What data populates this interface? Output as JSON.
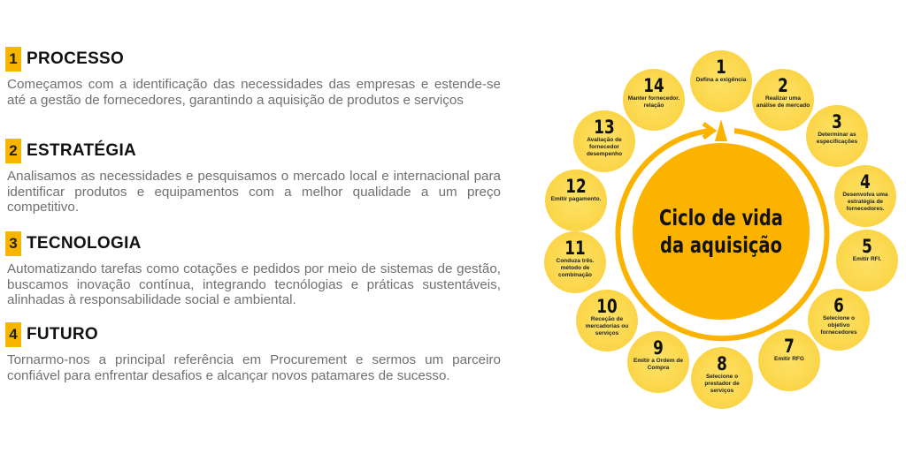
{
  "sections": [
    {
      "num": "1",
      "title": "PROCESSO",
      "body": "Começamos com a identificação das necessidades das empresas e estende-se  até a gestão de fornecedores, garantindo a aquisição de produtos e serviços"
    },
    {
      "num": "2",
      "title": "ESTRATÉGIA",
      "body": "Analisamos as  necessidades e pesquisamos o mercado local e internacional para identificar produtos e equipamentos com a melhor  qualidade  a um preço competitivo."
    },
    {
      "num": "3",
      "title": "TECNOLOGIA",
      "body": "Automatizando tarefas como cotações e pedidos por meio de sistemas de gestão, buscamos inovação contínua, integrando tecnólogias e práticas sustentáveis, alinhadas à responsabilidade social e ambiental."
    },
    {
      "num": "4",
      "title": "FUTURO",
      "body": "Tornarmo-nos  a principal referência em Procurement  e sermos um parceiro confiável para enfrentar desafios e alcançar novos patamares de sucesso."
    }
  ],
  "cycle": {
    "title": "Ciclo de vida da aquisição",
    "steps": [
      {
        "n": "1",
        "label": "Defina a exigência"
      },
      {
        "n": "2",
        "label": "Realizar uma análise de mercado"
      },
      {
        "n": "3",
        "label": "Determinar as especificações"
      },
      {
        "n": "4",
        "label": "Desenvolva uma estratégia de fornecedores."
      },
      {
        "n": "5",
        "label": "Emitir RFI."
      },
      {
        "n": "6",
        "label": "Selecione o objetivo fornecedores"
      },
      {
        "n": "7",
        "label": "Emitir RFG"
      },
      {
        "n": "8",
        "label": "Selecione o prestador de serviços"
      },
      {
        "n": "9",
        "label": "Emitir a Ordem de Compra"
      },
      {
        "n": "10",
        "label": "Receção de mercadorias ou serviços"
      },
      {
        "n": "11",
        "label": "Conduza três. método de combinação"
      },
      {
        "n": "12",
        "label": "Emitir pagamento."
      },
      {
        "n": "13",
        "label": "Avaliação de fornecedor desempenho"
      },
      {
        "n": "14",
        "label": "Manter fornecedor. relação"
      }
    ]
  }
}
